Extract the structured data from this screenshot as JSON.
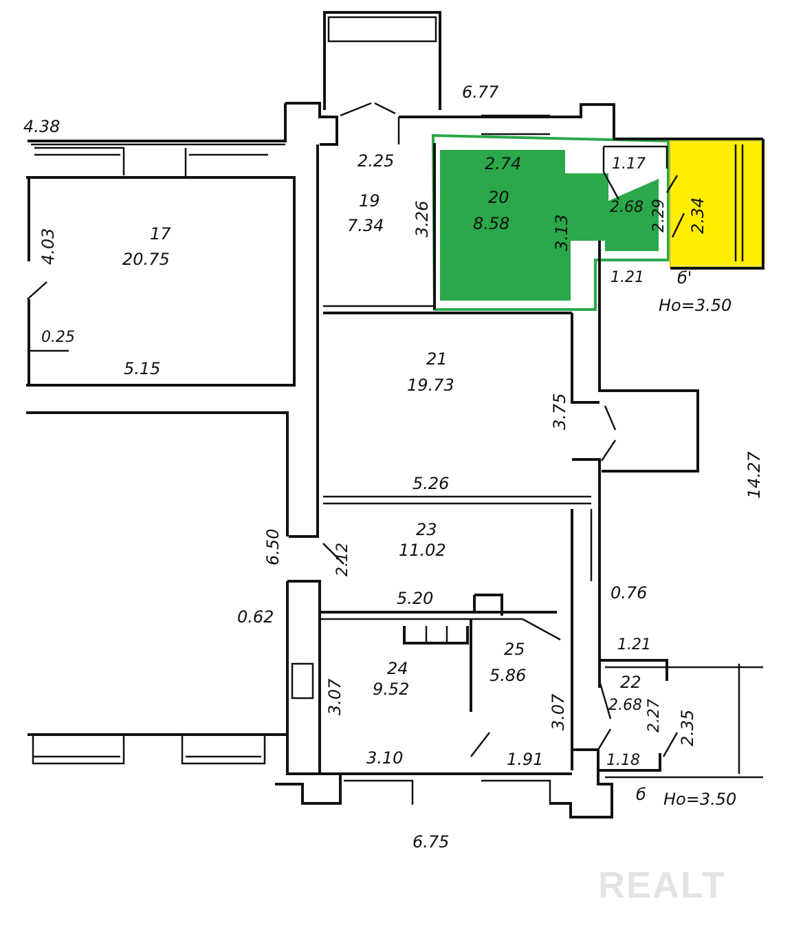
{
  "colors": {
    "highlight_green": "#2aa84a",
    "highlight_yellow": "#ffee00",
    "wall": "#111111",
    "watermark": "#e4e4e4"
  },
  "watermark": "REALT",
  "rooms": {
    "r17": {
      "num": "17",
      "area": "20.75"
    },
    "r19": {
      "num": "19",
      "area": "7.34"
    },
    "r20": {
      "num": "20",
      "area": "8.58"
    },
    "r21": {
      "num": "21",
      "area": "19.73"
    },
    "r22": {
      "num": "22"
    },
    "r23": {
      "num": "23",
      "area": "11.02"
    },
    "r24": {
      "num": "24",
      "area": "9.52"
    },
    "r25": {
      "num": "25",
      "area": "5.86"
    }
  },
  "dimensions": {
    "d_677": "6.77",
    "d_438": "4.38",
    "d_403": "4.03",
    "d_025": "0.25",
    "d_515": "5.15",
    "d_225": "2.25",
    "d_326": "3.26",
    "d_274": "2.74",
    "d_313": "3.13",
    "d_117": "1.17",
    "d_268a": "2.68",
    "d_229": "2.29",
    "d_234": "2.34",
    "d_121a": "1.21",
    "d_b1": "б'",
    "d_ho1": "Ho=3.50",
    "d_375": "3.75",
    "d_1427": "14.27",
    "d_526": "5.26",
    "d_650": "6.50",
    "d_212": "2.12",
    "d_520": "5.20",
    "d_076": "0.76",
    "d_062": "0.62",
    "d_121b": "1.21",
    "d_268b": "2.68",
    "d_227": "2.27",
    "d_235": "2.35",
    "d_307a": "3.07",
    "d_307b": "3.07",
    "d_310": "3.10",
    "d_191": "1.91",
    "d_118": "1.18",
    "d_b2": "б",
    "d_ho2": "Ho=3.50",
    "d_675": "6.75"
  }
}
